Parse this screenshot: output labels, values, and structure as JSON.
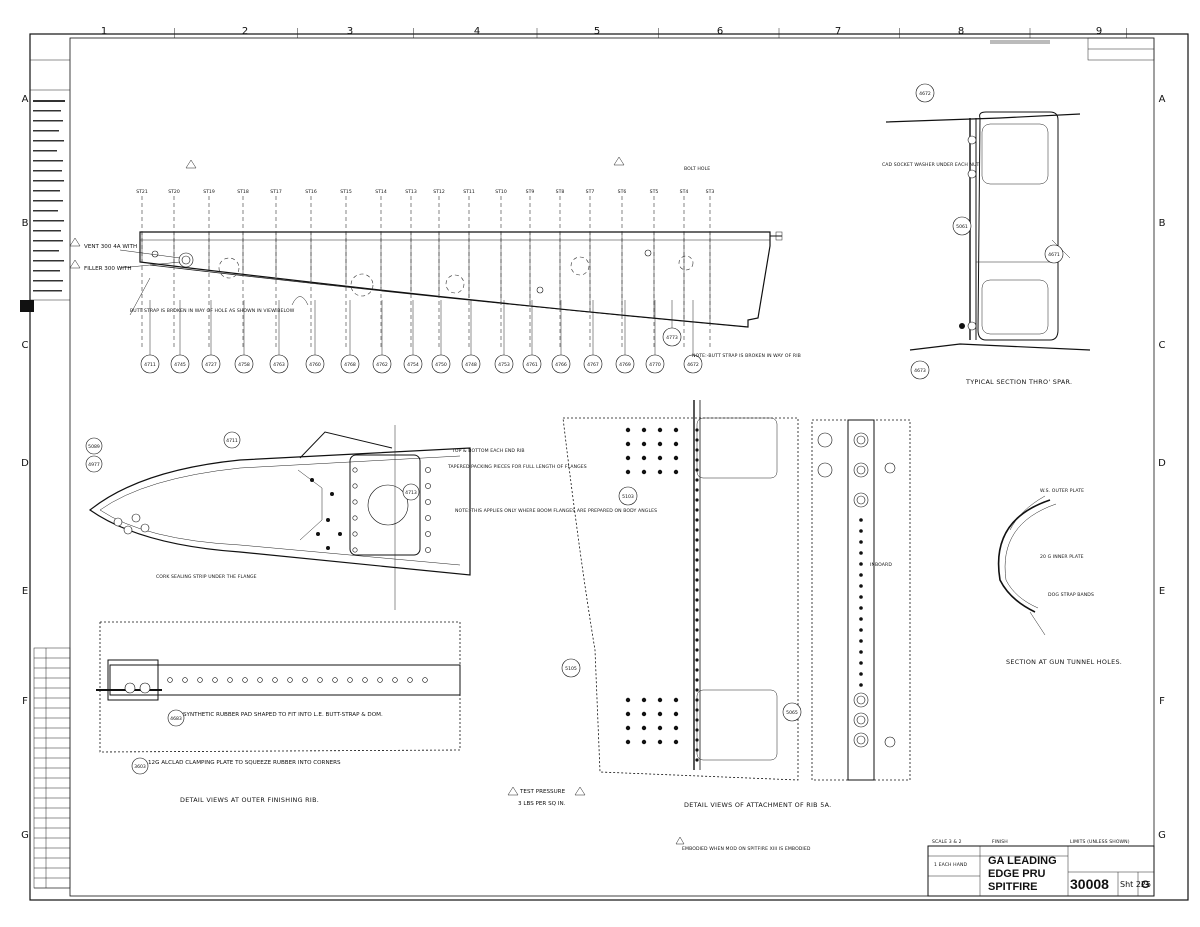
{
  "drawing": {
    "title_lines": [
      "GA LEADING",
      "EDGE PRU",
      "SPITFIRE"
    ],
    "number": "30008",
    "sheet": "Sht 225",
    "revision": "G",
    "scale": "SCALE 3 & 2",
    "finish_label": "FINISH",
    "limits_label": "LIMITS (UNLESS SHOWN)",
    "handed": "1 EACH HAND"
  },
  "grid": {
    "columns": [
      "1",
      "2",
      "3",
      "4",
      "5",
      "6",
      "7",
      "8",
      "9"
    ],
    "rows": [
      "A",
      "B",
      "C",
      "D",
      "E",
      "F",
      "G"
    ]
  },
  "stations": [
    "ST21",
    "ST20",
    "ST19",
    "ST18",
    "ST17",
    "ST16",
    "ST15",
    "ST14",
    "ST13",
    "ST12",
    "ST11",
    "ST10",
    "ST9",
    "ST8",
    "ST7",
    "ST6",
    "ST5",
    "ST4",
    "ST3"
  ],
  "part_refs": {
    "elevation": [
      "4711",
      "4745",
      "4727",
      "4758",
      "4763",
      "4760",
      "4768",
      "4762",
      "4754",
      "4750",
      "4748",
      "4753",
      "4761",
      "4766",
      "4767",
      "4769",
      "4770",
      "4773",
      "4672"
    ],
    "section_spar": [
      "4672",
      "5061",
      "4671",
      "4673"
    ],
    "attachment": [
      "5103",
      "5105",
      "5065"
    ],
    "outer_rib": [
      "4711",
      "4713",
      "5089",
      "4977",
      "4683",
      "3603"
    ]
  },
  "notes": {
    "vent": "VENT 300 4A WITH",
    "filler": "FILLER 300 WITH",
    "butt_strap": "BUTT STRAP IS BROKEN IN WAY OF HOLE AS SHOWN IN VIEW BELOW",
    "top_bottom": "TOP & BOTTOM EACH END RIB",
    "tapered_packings": "TAPERED PACKING PIECES FOR FULL LENGTH OF FLANGES",
    "note_apply": "NOTE:-THIS APPLIES ONLY WHERE BOOM FLANGES ARE PREPARED ON BODY ANGLES",
    "spar_note": "NOTE:-BUTT STRAP IS BROKEN IN WAY OF RIB",
    "bolt_note": "BOLT HOLE",
    "socket_washer": "CAD SOCKET WASHER UNDER EACH NUT",
    "cork_seal": "CORK SEALING STRIP UNDER THE FLANGE",
    "rubber_pad": "SYNTHETIC RUBBER PAD SHAPED TO FIT INTO L.E. BUTT-STRAP & DOM.",
    "alclad_plate": "12G ALCLAD CLAMPING PLATE TO SQUEEZE RUBBER INTO CORNERS",
    "test_pressure": "TEST PRESSURE",
    "test_value": "3 LBS PER SQ IN.",
    "embodied": "EMBODIED WHEN MOD ON SPITFIRE XIII IS EMBODIED",
    "gun_ws_plate": "W.S. OUTER PLATE",
    "gun_inner": "20 G INNER PLATE",
    "gun_ring": "DOG STRAP BANDS"
  },
  "captions": {
    "typical_section": "TYPICAL SECTION THRO' SPAR.",
    "gun_tunnel": "SECTION AT GUN TUNNEL HOLES.",
    "outer_rib": "DETAIL VIEWS AT OUTER FINISHING RIB.",
    "attachment": "DETAIL VIEWS OF ATTACHMENT OF RIB 5A.",
    "inboard": "INBOARD"
  }
}
